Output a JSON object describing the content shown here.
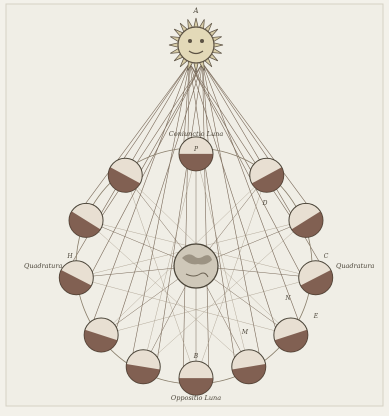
{
  "figure": {
    "top_label": "A",
    "orbit_labels": {
      "top": "Coniunctio Luna",
      "bottom": "Oppositio Luna",
      "left": "Quadratura",
      "right": "Quadratura"
    },
    "point_labels": [
      "P",
      "D",
      "C",
      "E",
      "B",
      "M",
      "N",
      "H"
    ]
  },
  "colors": {
    "paper": "#f3f1ea",
    "ink": "#4a4438",
    "moon_dark": "#6f4a3c",
    "moon_light": "#e8dfd2",
    "sun": "#d8cda8"
  }
}
